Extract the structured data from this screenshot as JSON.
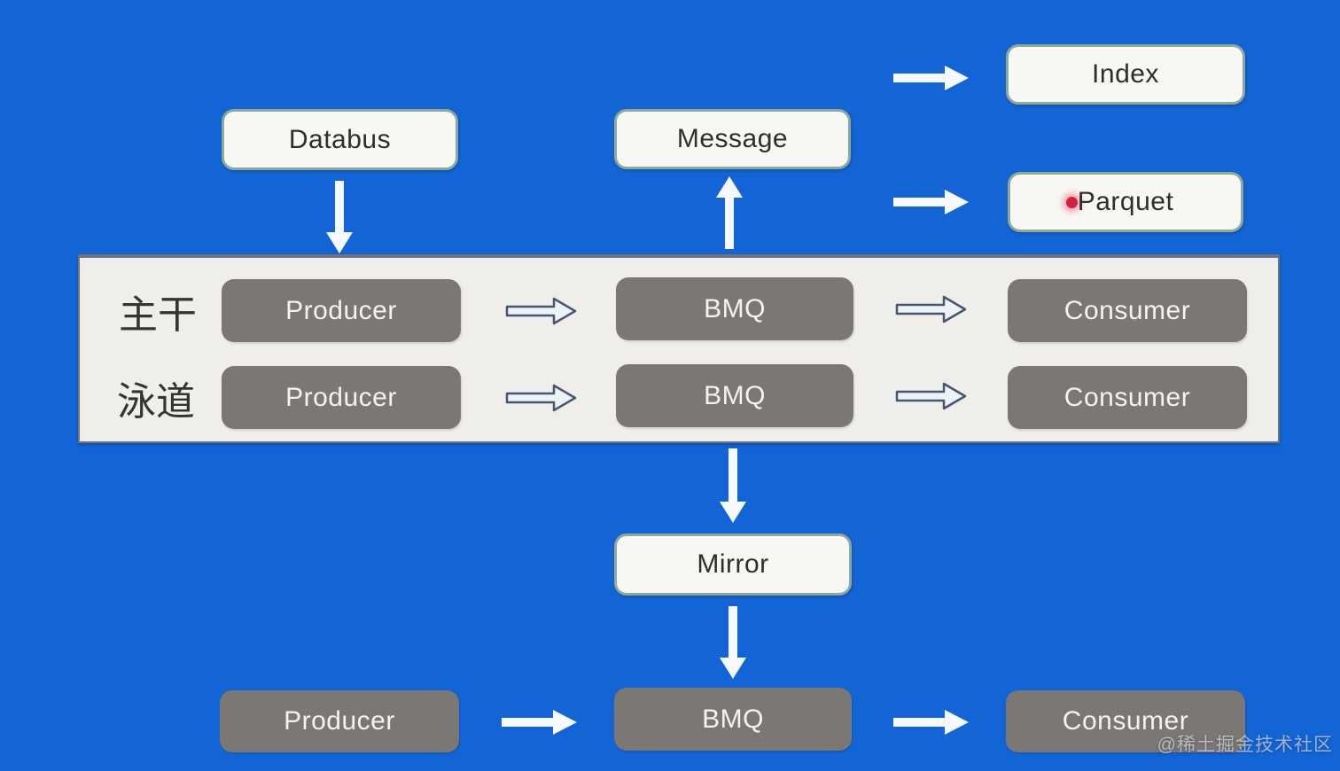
{
  "diagram": {
    "top": {
      "databus": "Databus",
      "message": "Message",
      "index": "Index",
      "parquet": "Parquet"
    },
    "band": {
      "rows": [
        {
          "label": "主干",
          "producer": "Producer",
          "queue": "BMQ",
          "consumer": "Consumer"
        },
        {
          "label": "泳道",
          "producer": "Producer",
          "queue": "BMQ",
          "consumer": "Consumer"
        }
      ]
    },
    "mirror": "Mirror",
    "bottom": {
      "producer": "Producer",
      "queue": "BMQ",
      "consumer": "Consumer"
    },
    "watermark": "@稀土掘金技术社区"
  },
  "colors": {
    "background": "#1365d6",
    "panel": "#efeeeb",
    "light_box_bg": "#f7f7f4",
    "light_box_border": "#8fa89b",
    "light_box_text": "#2e2e2c",
    "dark_box_bg": "#7b7874",
    "dark_box_text": "#f3f3f1",
    "hollow_arrow_fill": "#edf1f8",
    "hollow_arrow_stroke": "#46566e",
    "laser_dot": "#d2213f"
  }
}
